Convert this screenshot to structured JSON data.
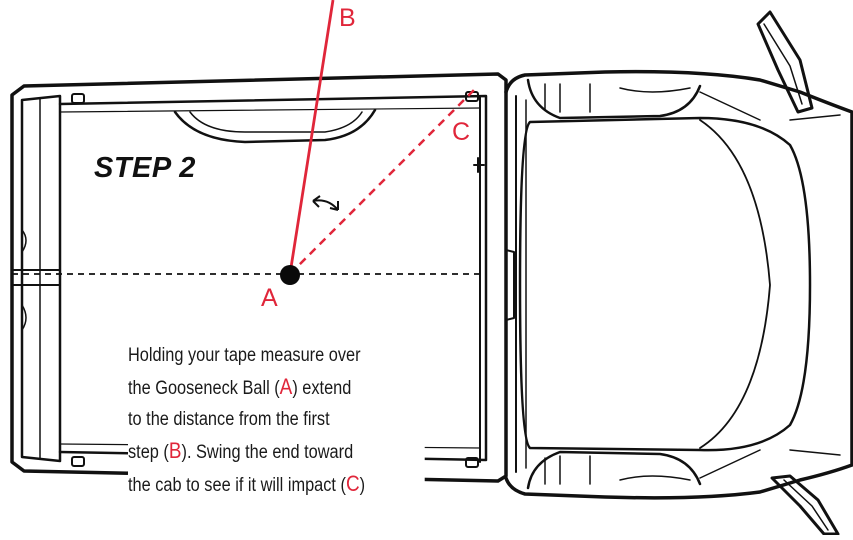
{
  "step_title": "STEP 2",
  "labels": {
    "a": "A",
    "b": "B",
    "c": "C"
  },
  "instructions": {
    "line1": "Holding your tape measure over",
    "line2_pre": "the Gooseneck Ball (",
    "line2_ref": "A",
    "line2_post": ") extend",
    "line3": "to the distance from the first",
    "line4_pre": "step (",
    "line4_ref": "B",
    "line4_post": "). Swing the end toward",
    "line5_pre": "the cab to see if it will impact (",
    "line5_ref": "C",
    "line5_post": ")"
  },
  "colors": {
    "accent": "#e0263a",
    "outline": "#111111"
  }
}
